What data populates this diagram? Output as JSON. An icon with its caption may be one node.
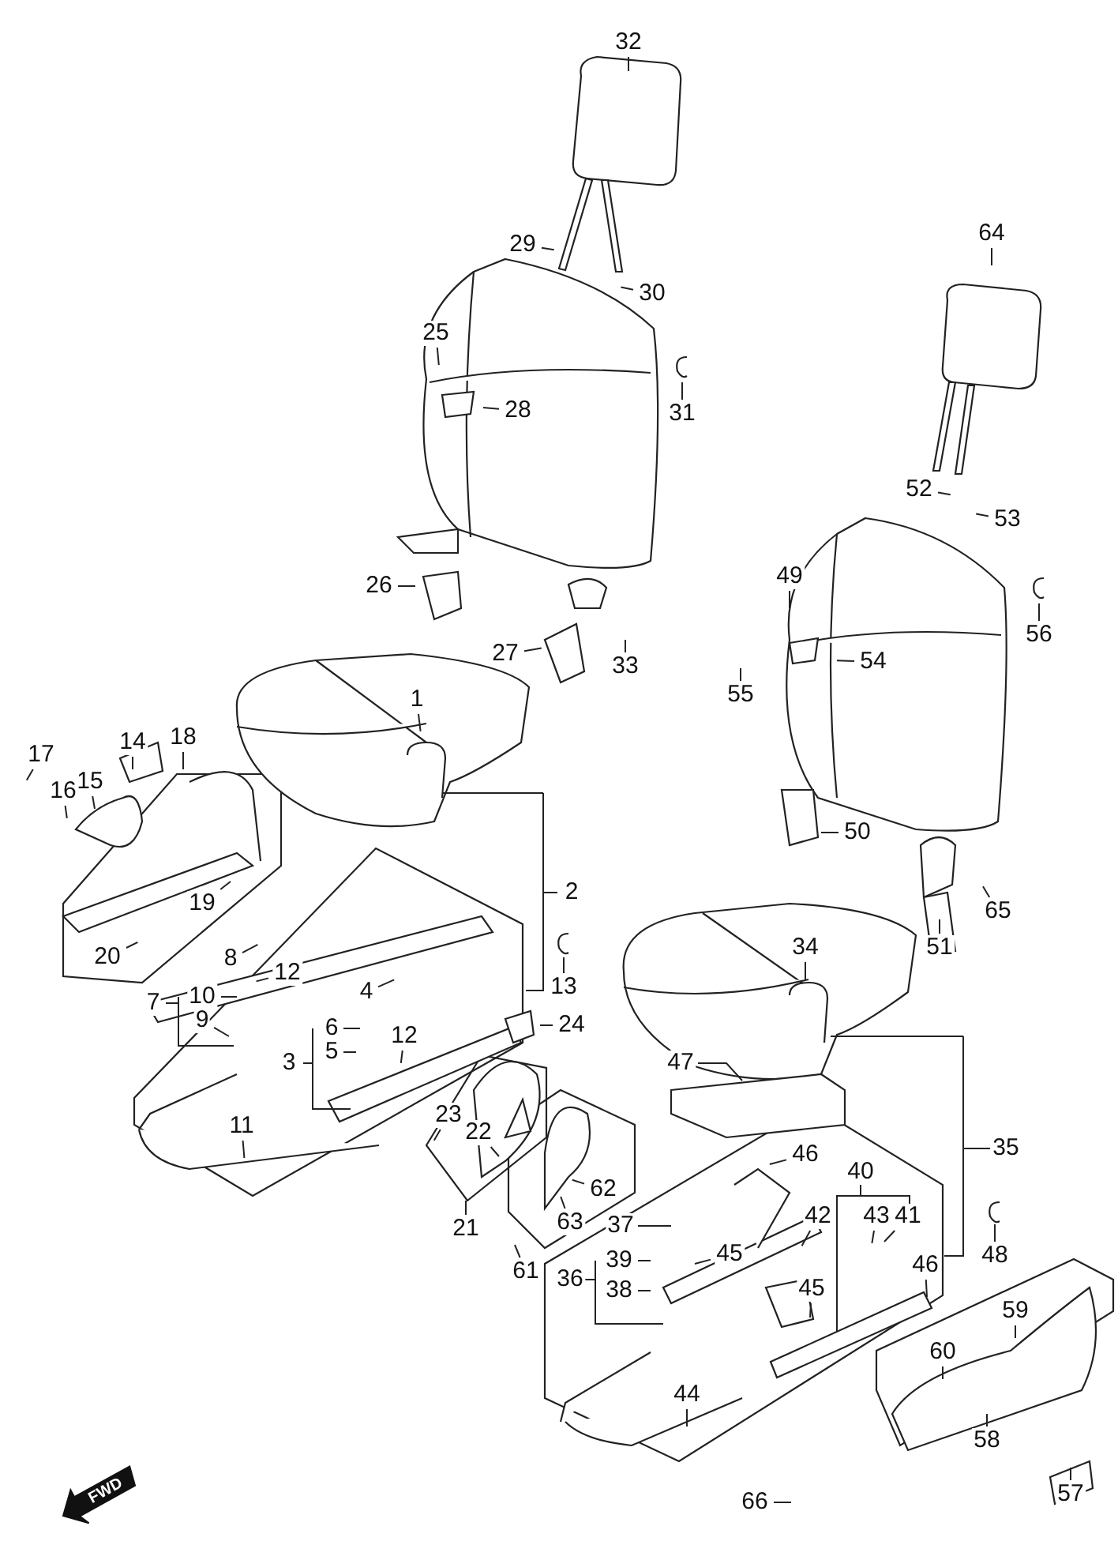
{
  "diagram": {
    "nodes": [
      {
        "text": [
          "1"
        ]
      },
      {
        "text": [
          "2"
        ]
      },
      {
        "text": [
          "3"
        ]
      },
      {
        "text": [
          "4"
        ]
      },
      {
        "text": [
          "5"
        ]
      },
      {
        "text": [
          "6"
        ]
      },
      {
        "text": [
          "7"
        ]
      },
      {
        "text": [
          "8"
        ]
      },
      {
        "text": [
          "9"
        ]
      },
      {
        "text": [
          "10"
        ]
      },
      {
        "text": [
          "11"
        ]
      },
      {
        "text": [
          "12"
        ]
      },
      {
        "text": [
          "12"
        ]
      },
      {
        "text": [
          "13"
        ]
      },
      {
        "text": [
          "14"
        ]
      },
      {
        "text": [
          "15"
        ]
      },
      {
        "text": [
          "16"
        ]
      },
      {
        "text": [
          "17"
        ]
      },
      {
        "text": [
          "18"
        ]
      },
      {
        "text": [
          "19"
        ]
      },
      {
        "text": [
          "20"
        ]
      },
      {
        "text": [
          "21"
        ]
      },
      {
        "text": [
          "22"
        ]
      },
      {
        "text": [
          "23"
        ]
      },
      {
        "text": [
          "24"
        ]
      },
      {
        "text": [
          "25"
        ]
      },
      {
        "text": [
          "26"
        ]
      },
      {
        "text": [
          "27"
        ]
      },
      {
        "text": [
          "28"
        ]
      },
      {
        "text": [
          "29"
        ]
      },
      {
        "text": [
          "30"
        ]
      },
      {
        "text": [
          "31"
        ]
      },
      {
        "text": [
          "32"
        ]
      },
      {
        "text": [
          "33"
        ]
      },
      {
        "text": [
          "34"
        ]
      },
      {
        "text": [
          "35"
        ]
      },
      {
        "text": [
          "36"
        ]
      },
      {
        "text": [
          "37"
        ]
      },
      {
        "text": [
          "38"
        ]
      },
      {
        "text": [
          "39"
        ]
      },
      {
        "text": [
          "40"
        ]
      },
      {
        "text": [
          "41"
        ]
      },
      {
        "text": [
          "42"
        ]
      },
      {
        "text": [
          "43"
        ]
      },
      {
        "text": [
          "44"
        ]
      },
      {
        "text": [
          "45"
        ]
      },
      {
        "text": [
          "45"
        ]
      },
      {
        "text": [
          "46"
        ]
      },
      {
        "text": [
          "46"
        ]
      },
      {
        "text": [
          "47"
        ]
      },
      {
        "text": [
          "48"
        ]
      },
      {
        "text": [
          "49"
        ]
      },
      {
        "text": [
          "50"
        ]
      },
      {
        "text": [
          "51"
        ]
      },
      {
        "text": [
          "52"
        ]
      },
      {
        "text": [
          "53"
        ]
      },
      {
        "text": [
          "54"
        ]
      },
      {
        "text": [
          "55"
        ]
      },
      {
        "text": [
          "56"
        ]
      },
      {
        "text": [
          "57"
        ]
      },
      {
        "text": [
          "58"
        ]
      },
      {
        "text": [
          "59"
        ]
      },
      {
        "text": [
          "60"
        ]
      },
      {
        "text": [
          "61"
        ]
      },
      {
        "text": [
          "62"
        ]
      },
      {
        "text": [
          "63"
        ]
      },
      {
        "text": [
          "64"
        ]
      },
      {
        "text": [
          "65"
        ]
      },
      {
        "text": [
          "66"
        ]
      }
    ],
    "edges": [
      {
        "from": 0,
        "to": null,
        "arrow": "none"
      },
      {
        "from": 1,
        "to": null,
        "arrow": "none"
      },
      {
        "from": 2,
        "to": null,
        "arrow": "none"
      },
      {
        "from": 3,
        "to": null,
        "arrow": "none"
      },
      {
        "from": 4,
        "to": null,
        "arrow": "none"
      },
      {
        "from": 5,
        "to": null,
        "arrow": "none"
      },
      {
        "from": 6,
        "to": null,
        "arrow": "none"
      },
      {
        "from": 7,
        "to": null,
        "arrow": "none"
      },
      {
        "from": 8,
        "to": null,
        "arrow": "none"
      },
      {
        "from": 9,
        "to": null,
        "arrow": "none"
      },
      {
        "from": 10,
        "to": null,
        "arrow": "none"
      },
      {
        "from": 11,
        "to": null,
        "arrow": "none"
      },
      {
        "from": 12,
        "to": null,
        "arrow": "none"
      },
      {
        "from": 13,
        "to": null,
        "arrow": "none"
      },
      {
        "from": 14,
        "to": null,
        "arrow": "none"
      },
      {
        "from": 15,
        "to": null,
        "arrow": "none"
      },
      {
        "from": 16,
        "to": null,
        "arrow": "none"
      },
      {
        "from": 17,
        "to": null,
        "arrow": "none"
      },
      {
        "from": 18,
        "to": null,
        "arrow": "none"
      },
      {
        "from": 19,
        "to": null,
        "arrow": "none"
      },
      {
        "from": 20,
        "to": null,
        "arrow": "none"
      },
      {
        "from": 21,
        "to": null,
        "arrow": "none"
      },
      {
        "from": 22,
        "to": null,
        "arrow": "none"
      },
      {
        "from": 23,
        "to": null,
        "arrow": "none"
      },
      {
        "from": 24,
        "to": null,
        "arrow": "none"
      },
      {
        "from": 25,
        "to": null,
        "arrow": "none"
      },
      {
        "from": 26,
        "to": null,
        "arrow": "none"
      },
      {
        "from": 27,
        "to": null,
        "arrow": "none"
      },
      {
        "from": 28,
        "to": null,
        "arrow": "none"
      },
      {
        "from": 29,
        "to": null,
        "arrow": "none"
      },
      {
        "from": 30,
        "to": null,
        "arrow": "none"
      },
      {
        "from": 31,
        "to": null,
        "arrow": "none"
      },
      {
        "from": 32,
        "to": null,
        "arrow": "none"
      },
      {
        "from": 33,
        "to": null,
        "arrow": "none"
      },
      {
        "from": 34,
        "to": null,
        "arrow": "none"
      },
      {
        "from": 35,
        "to": null,
        "arrow": "none"
      },
      {
        "from": 36,
        "to": null,
        "arrow": "none"
      },
      {
        "from": 37,
        "to": null,
        "arrow": "none"
      },
      {
        "from": 38,
        "to": null,
        "arrow": "none"
      },
      {
        "from": 39,
        "to": null,
        "arrow": "none"
      },
      {
        "from": 40,
        "to": null,
        "arrow": "none"
      },
      {
        "from": 41,
        "to": null,
        "arrow": "none"
      },
      {
        "from": 42,
        "to": null,
        "arrow": "none"
      },
      {
        "from": 43,
        "to": null,
        "arrow": "none"
      },
      {
        "from": 44,
        "to": null,
        "arrow": "none"
      },
      {
        "from": 45,
        "to": null,
        "arrow": "none"
      },
      {
        "from": 46,
        "to": null,
        "arrow": "none"
      },
      {
        "from": 47,
        "to": null,
        "arrow": "none"
      },
      {
        "from": 48,
        "to": null,
        "arrow": "none"
      },
      {
        "from": 49,
        "to": null,
        "arrow": "none"
      },
      {
        "from": 50,
        "to": null,
        "arrow": "none"
      },
      {
        "from": 51,
        "to": null,
        "arrow": "none"
      },
      {
        "from": 52,
        "to": null,
        "arrow": "none"
      },
      {
        "from": 53,
        "to": null,
        "arrow": "none"
      },
      {
        "from": 54,
        "to": null,
        "arrow": "none"
      },
      {
        "from": 55,
        "to": null,
        "arrow": "none"
      },
      {
        "from": 56,
        "to": null,
        "arrow": "none"
      },
      {
        "from": 57,
        "to": null,
        "arrow": "none"
      },
      {
        "from": 58,
        "to": null,
        "arrow": "none"
      },
      {
        "from": 59,
        "to": null,
        "arrow": "none"
      },
      {
        "from": 60,
        "to": null,
        "arrow": "none"
      },
      {
        "from": 61,
        "to": null,
        "arrow": "none"
      },
      {
        "from": 62,
        "to": null,
        "arrow": "none"
      },
      {
        "from": 63,
        "to": null,
        "arrow": "none"
      },
      {
        "from": 64,
        "to": null,
        "arrow": "none"
      },
      {
        "from": 65,
        "to": null,
        "arrow": "none"
      },
      {
        "from": 66,
        "to": null,
        "arrow": "none"
      },
      {
        "from": 67,
        "to": null,
        "arrow": "none"
      },
      {
        "from": 68,
        "to": null,
        "arrow": "none"
      }
    ],
    "labels": [
      "FWD"
    ]
  }
}
